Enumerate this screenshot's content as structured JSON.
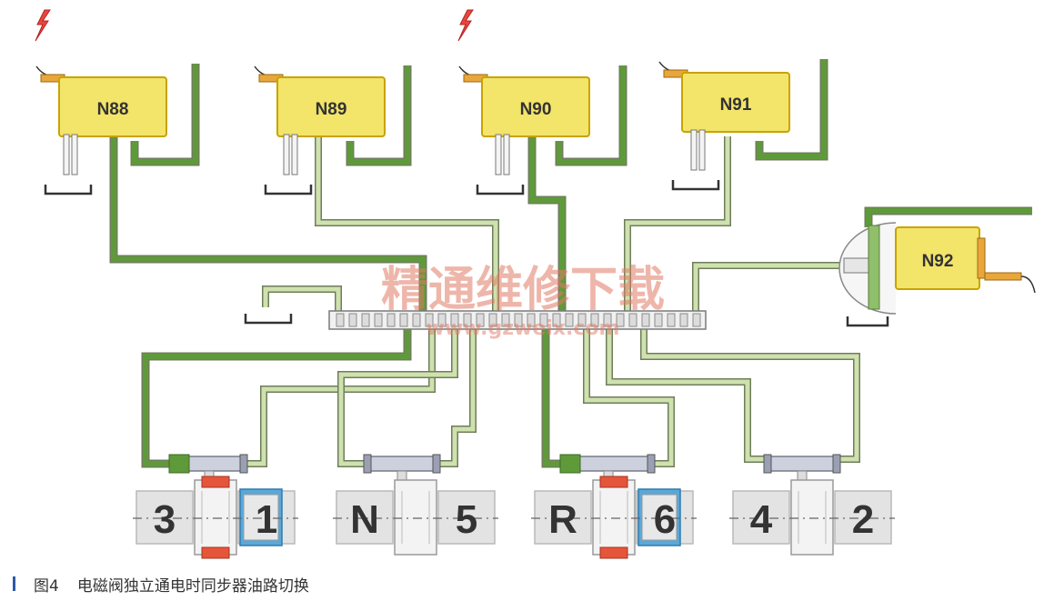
{
  "colors": {
    "valve_body": "#f3e46a",
    "valve_edge": "#c9a300",
    "line_dark": "#5f9a3a",
    "line_light": "#cfe1ae",
    "gear_box": "#e3e3e3",
    "sleeve_red": "#e4553a",
    "sleeve_blue": "#5aa8d8",
    "watermark": "#e07a64"
  },
  "valves": [
    {
      "id": "n88",
      "label": "N88",
      "powered": true
    },
    {
      "id": "n89",
      "label": "N89",
      "powered": false
    },
    {
      "id": "n90",
      "label": "N90",
      "powered": true
    },
    {
      "id": "n91",
      "label": "N91",
      "powered": false
    },
    {
      "id": "n92",
      "label": "N92",
      "powered": false
    }
  ],
  "gear_pairs": [
    {
      "left": "3",
      "right": "1",
      "engaged_side": "right",
      "right_color": "blue"
    },
    {
      "left": "N",
      "right": "5",
      "engaged_side": "none"
    },
    {
      "left": "R",
      "right": "6",
      "engaged_side": "right",
      "right_color": "blue"
    },
    {
      "left": "4",
      "right": "2",
      "engaged_side": "none"
    }
  ],
  "watermark": {
    "main": "精通维修下载",
    "url": "www.gzweix.com"
  },
  "caption": {
    "figure": "图4",
    "text": "电磁阀独立通电时同步器油路切换"
  },
  "icons": {
    "power": "lightning-icon"
  }
}
